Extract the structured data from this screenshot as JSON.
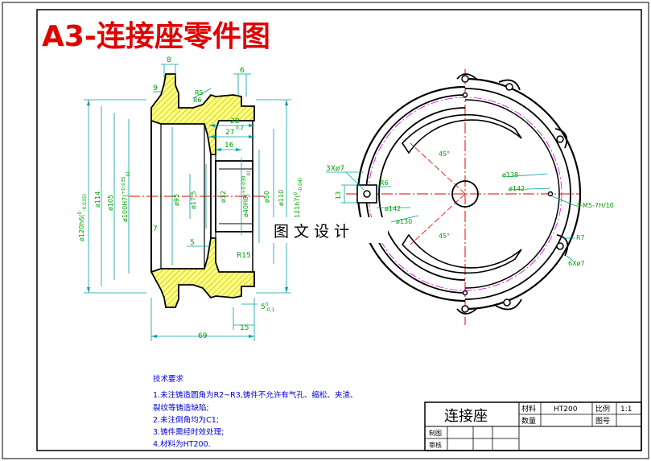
{
  "title": "A3-连接座零件图",
  "watermark": "图 文 设 计",
  "colors": {
    "title": "#e00000",
    "dim": "#00a0a0",
    "note": "#0000e0",
    "hatch": "#d4d400",
    "outline": "#000000",
    "center": "#e00000",
    "green": "#009000",
    "magenta": "#e000e0"
  },
  "section_view": {
    "dims_top": [
      "8",
      "6",
      "9",
      "R5",
      "R6",
      "28",
      "27",
      "0.2",
      "16"
    ],
    "dims_vertical": [
      "ø120h6(",
      "0",
      "-0.035)",
      "ø114",
      "ø105",
      "ø100H7(",
      "+0.035",
      "0)",
      "ø95",
      "ø17.5",
      "ø32",
      "ø40H8(",
      "+0.039",
      "0)",
      "ø50",
      "ø110",
      "ø121h7(",
      "0",
      "-0.04)"
    ],
    "dims_misc": [
      "7",
      "5",
      "R15",
      "69",
      "15",
      "5",
      "0",
      "-0.1"
    ]
  },
  "end_view": {
    "labels": [
      "3Xø7",
      "R6",
      "13",
      "ø142",
      "ø130",
      "45°",
      "45°",
      "ø138",
      "ø142",
      "4-M5-7H/10",
      "R7",
      "6Xø7"
    ]
  },
  "notes": {
    "heading": "技术要求",
    "lines": [
      "1.未注铸造圆角为R2~R3,铸件不允许有气孔、缩松、夹渣、",
      "裂纹等铸造缺陷;",
      "2.未注倒角均为C1;",
      "3.铸件需经时效处理;",
      "4.材料为HT200."
    ]
  },
  "title_block": {
    "part_name": "连接座",
    "material_label": "材料",
    "material": "HT200",
    "scale_label": "比例",
    "scale": "1:1",
    "qty_label": "数量",
    "drawing_no_label": "图号",
    "drawn_label": "制图",
    "checked_label": "审核"
  }
}
